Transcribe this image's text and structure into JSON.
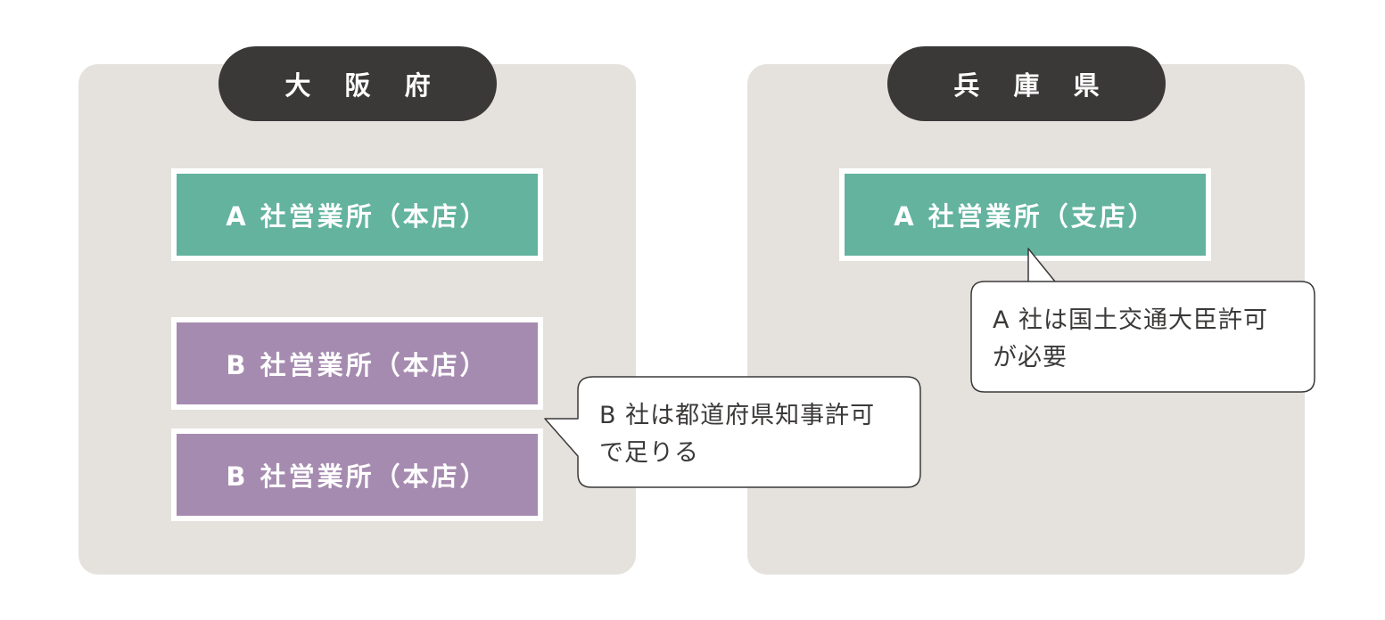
{
  "regions": {
    "osaka": {
      "label": "大 阪 府"
    },
    "hyogo": {
      "label": "兵 庫 県"
    }
  },
  "offices": {
    "osaka_a": "A 社営業所（本店）",
    "osaka_b1": "B 社営業所（本店）",
    "osaka_b2": "B 社営業所（本店）",
    "hyogo_a": "A 社営業所（支店）"
  },
  "callouts": {
    "b_line1": "B 社は都道府県知事許可",
    "b_line2": "で足りる",
    "a_line1": "A 社は国土交通大臣許可",
    "a_line2": "が必要"
  },
  "colors": {
    "panel": "#e5e2de",
    "pill": "#3b3938",
    "company_a": "#63b39f",
    "company_b": "#a68bb0"
  }
}
